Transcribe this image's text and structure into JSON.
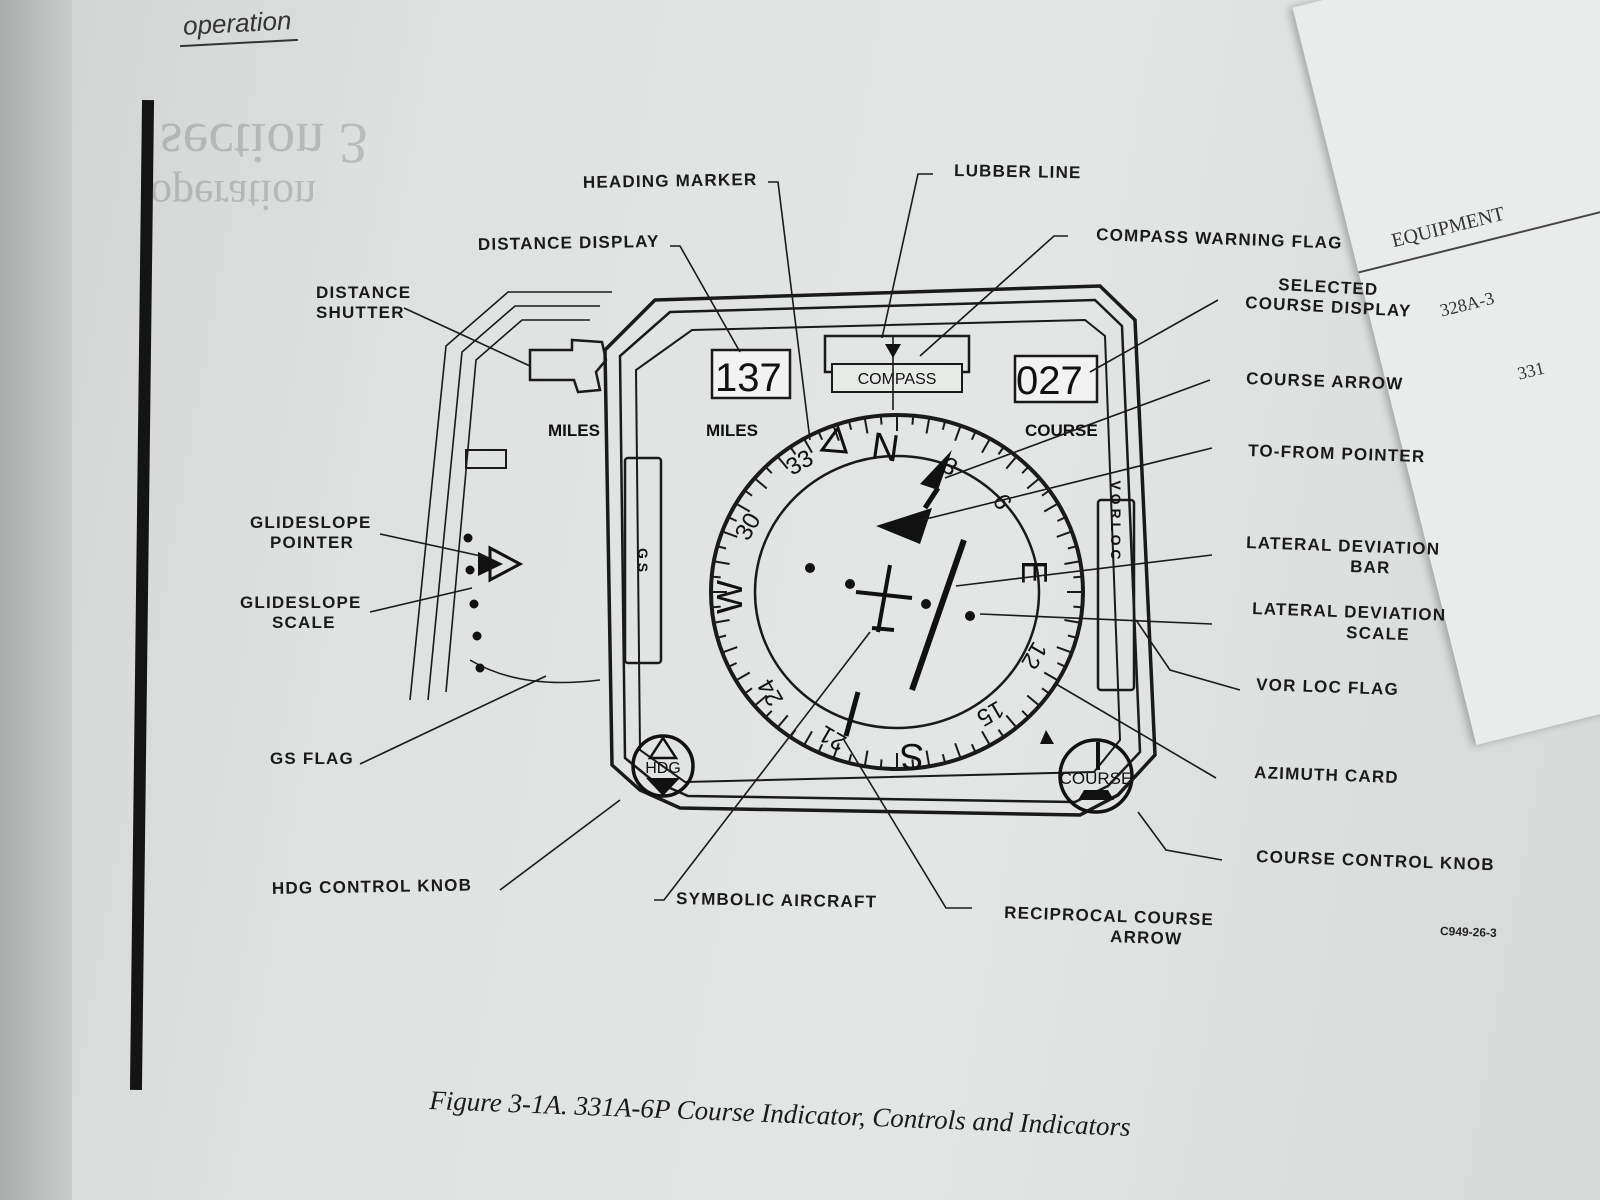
{
  "header": {
    "section_word": "operation"
  },
  "figure": {
    "caption": "Figure 3-1A.  331A-6P Course Indicator, Controls and Indicators",
    "drawing_number": "C949-26-3"
  },
  "instrument": {
    "distance_value": "137",
    "distance_unit": "MILES",
    "shutter_unit": "MILES",
    "course_value": "027",
    "course_label": "COURSE",
    "compass_flag_text": "COMPASS",
    "gs_flag_text": "G S",
    "vor_loc_flag_text": "V O R L O C",
    "hdg_knob_text": "HDG",
    "course_knob_text": "COURSE",
    "card_marks": {
      "n": "N",
      "three": "3",
      "six": "6",
      "e": "E",
      "twelve": "12",
      "fifteen": "15",
      "s": "S",
      "twentyone": "21",
      "twentyfour": "24",
      "w": "W",
      "thirty": "30",
      "thirtythree": "33"
    }
  },
  "labels": {
    "heading_marker": "HEADING MARKER",
    "lubber_line": "LUBBER LINE",
    "distance_display": "DISTANCE  DISPLAY",
    "compass_warning_flag": "COMPASS WARNING FLAG",
    "distance_shutter_1": "DISTANCE",
    "distance_shutter_2": "SHUTTER",
    "selected_course_1": "SELECTED",
    "selected_course_2": "COURSE  DISPLAY",
    "course_arrow": "COURSE ARROW",
    "to_from_pointer": "TO-FROM POINTER",
    "glideslope_pointer_1": "GLIDESLOPE",
    "glideslope_pointer_2": "POINTER",
    "lateral_bar_1": "LATERAL DEVIATION",
    "lateral_bar_2": "BAR",
    "glideslope_scale_1": "GLIDESLOPE",
    "glideslope_scale_2": "SCALE",
    "lateral_scale_1": "LATERAL  DEVIATION",
    "lateral_scale_2": "SCALE",
    "vor_loc_flag": "VOR LOC FLAG",
    "gs_flag": "GS FLAG",
    "azimuth_card": "AZIMUTH CARD",
    "course_control_knob": "COURSE  CONTROL  KNOB",
    "hdg_control_knob": "HDG CONTROL KNOB",
    "symbolic_aircraft": "SYMBOLIC AIRCRAFT",
    "reciprocal_1": "RECIPROCAL  COURSE",
    "reciprocal_2": "ARROW"
  },
  "right_page": {
    "col_header": "EQUIPMENT",
    "row1": "328A-3",
    "row2": "331"
  }
}
